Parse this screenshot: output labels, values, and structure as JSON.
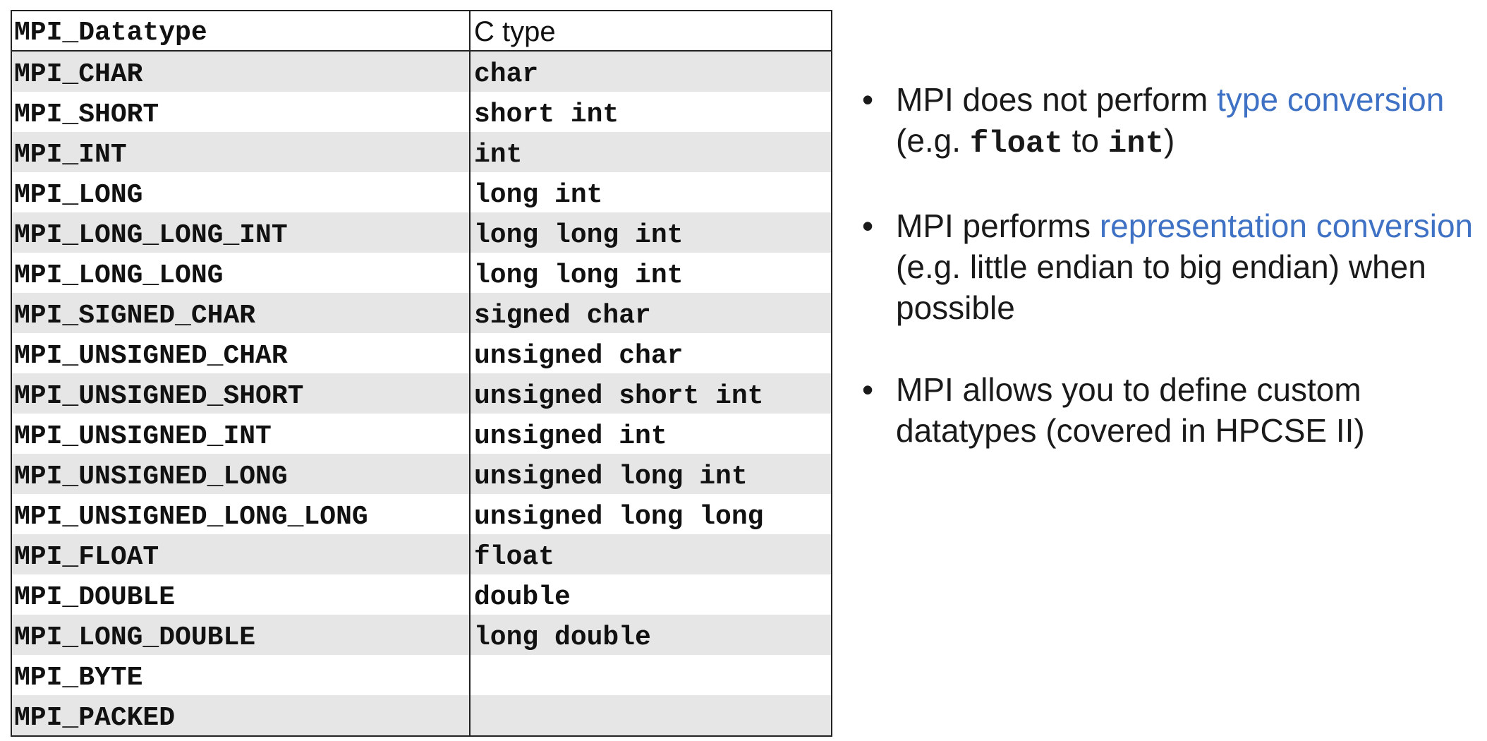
{
  "table": {
    "headers": [
      "MPI_Datatype",
      "C type"
    ],
    "rows": [
      [
        "MPI_CHAR",
        "char"
      ],
      [
        "MPI_SHORT",
        "short int"
      ],
      [
        "MPI_INT",
        "int"
      ],
      [
        "MPI_LONG",
        "long int"
      ],
      [
        "MPI_LONG_LONG_INT",
        "long long int"
      ],
      [
        "MPI_LONG_LONG",
        "long long int"
      ],
      [
        "MPI_SIGNED_CHAR",
        "signed char"
      ],
      [
        "MPI_UNSIGNED_CHAR",
        "unsigned char"
      ],
      [
        "MPI_UNSIGNED_SHORT",
        "unsigned short int"
      ],
      [
        "MPI_UNSIGNED_INT",
        "unsigned int"
      ],
      [
        "MPI_UNSIGNED_LONG",
        "unsigned long int"
      ],
      [
        "MPI_UNSIGNED_LONG_LONG",
        "unsigned long long"
      ],
      [
        "MPI_FLOAT",
        "float"
      ],
      [
        "MPI_DOUBLE",
        "double"
      ],
      [
        "MPI_LONG_DOUBLE",
        "long double"
      ],
      [
        "MPI_BYTE",
        ""
      ],
      [
        "MPI_PACKED",
        ""
      ]
    ]
  },
  "bullets": {
    "b1": {
      "pre": "MPI does not perform ",
      "accent": "type conversion",
      "open": "(e.g. ",
      "code1": "float",
      "mid": " to ",
      "code2": "int",
      "close": ")"
    },
    "b2": {
      "pre": "MPI performs ",
      "accent": "representation conversion",
      "post": " (e.g. little endian to big endian) when possible"
    },
    "b3": {
      "text": "MPI allows you to define custom datatypes (covered in HPCSE II)"
    }
  },
  "colors": {
    "accent": "#3f72c4",
    "row_shade": "#e6e6e6",
    "border": "#222222"
  }
}
